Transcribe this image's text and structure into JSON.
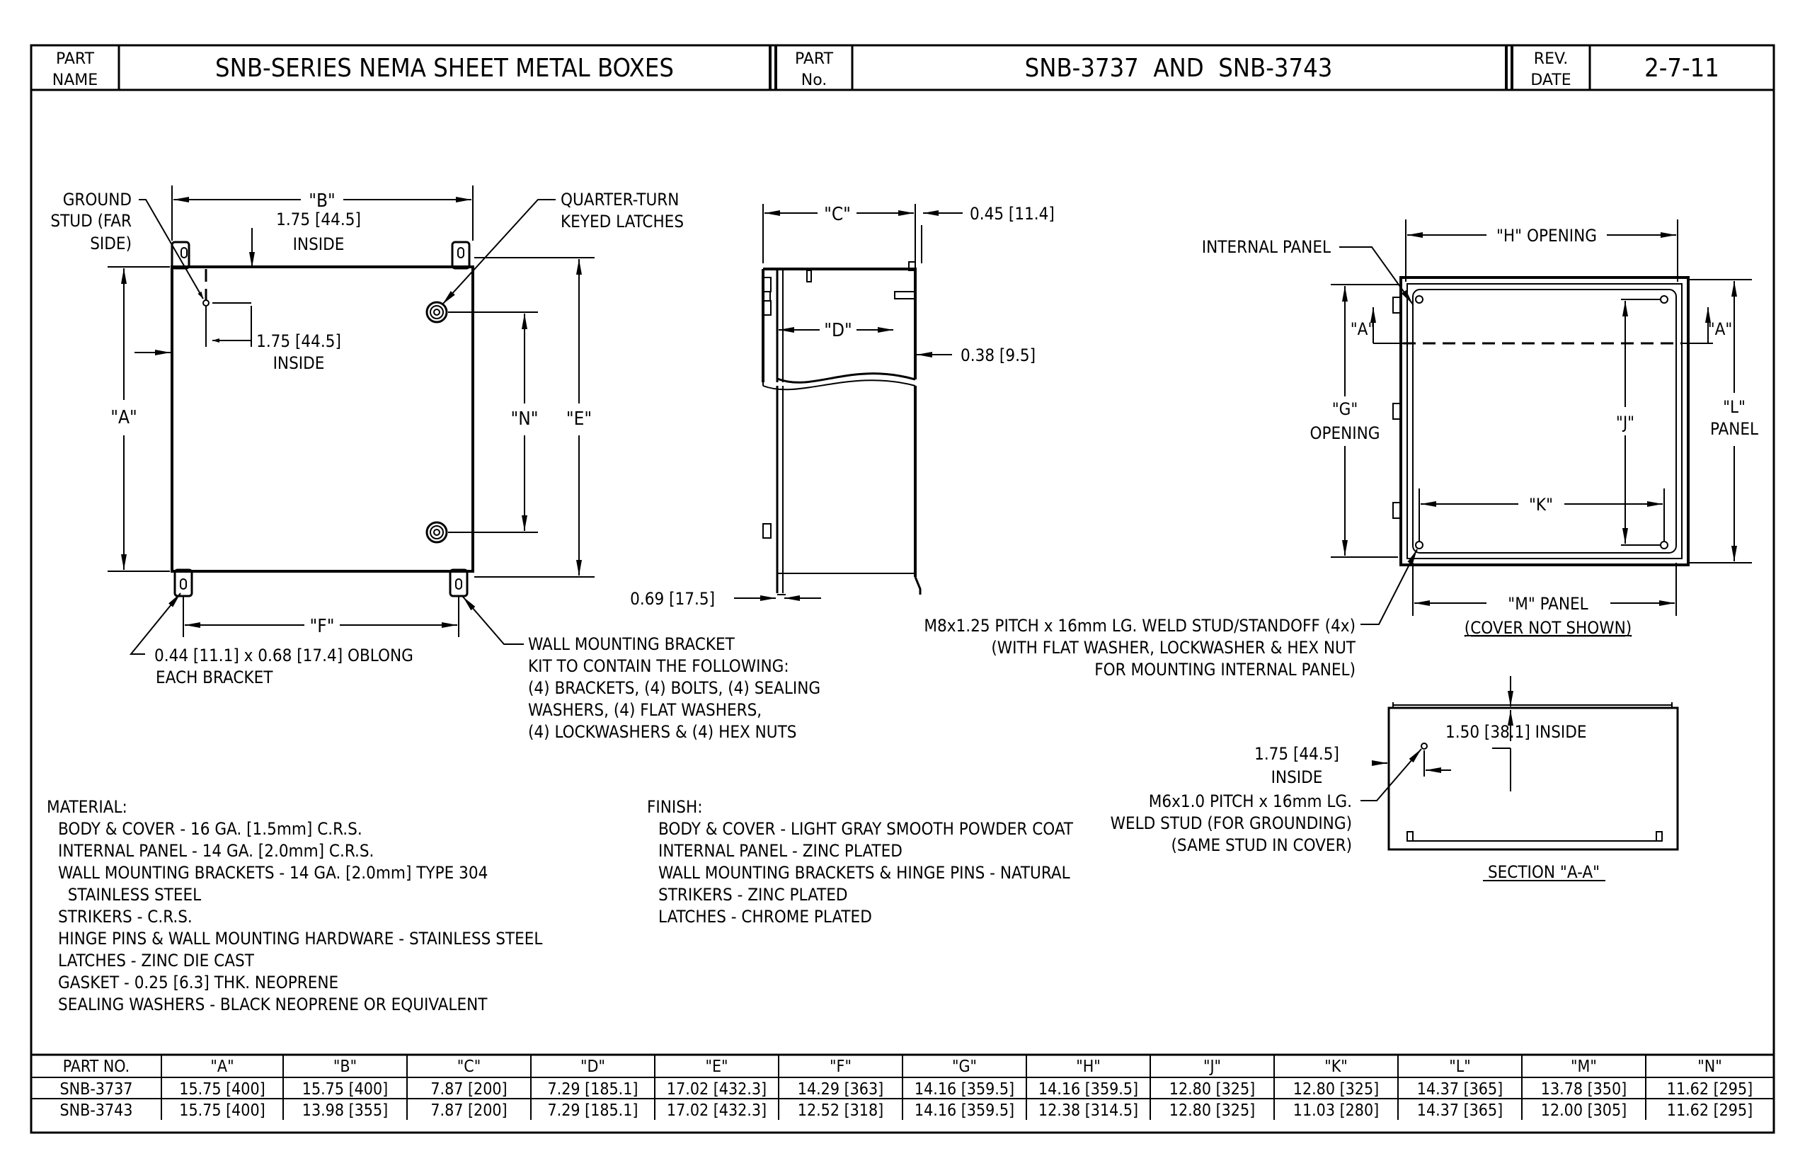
{
  "title_block": {
    "part_name_label_1": "PART",
    "part_name_label_2": "NAME",
    "part_name": "SNB-SERIES NEMA SHEET METAL BOXES",
    "part_no_label_1": "PART",
    "part_no_label_2": "No.",
    "part_no": "SNB-3737  AND  SNB-3743",
    "rev_label_1": "REV.",
    "rev_label_2": "DATE",
    "rev_date": "2-7-11"
  },
  "front_view": {
    "ground_stud_1": "GROUND",
    "ground_stud_2": "STUD (FAR",
    "ground_stud_3": "SIDE)",
    "dim_b": "\"B\"",
    "inside_1_val": "1.75 [44.5]",
    "inside_1_txt": "INSIDE",
    "inside_2_val": "1.75 [44.5]",
    "inside_2_txt": "INSIDE",
    "latches_1": "QUARTER-TURN",
    "latches_2": "KEYED LATCHES",
    "dim_a": "\"A\"",
    "dim_n": "\"N\"",
    "dim_e": "\"E\"",
    "dim_f": "\"F\"",
    "oblong_1": "0.44 [11.1] x 0.68 [17.4] OBLONG",
    "oblong_2": "EACH BRACKET",
    "bracket_1": "WALL MOUNTING BRACKET",
    "bracket_2": "KIT TO CONTAIN THE FOLLOWING:",
    "bracket_3": "(4) BRACKETS, (4) BOLTS, (4) SEALING",
    "bracket_4": "WASHERS, (4) FLAT WASHERS,",
    "bracket_5": "(4) LOCKWASHERS & (4) HEX NUTS"
  },
  "side_view": {
    "dim_c": "\"C\"",
    "dim_045": "0.45 [11.4]",
    "dim_d": "\"D\"",
    "dim_038": "0.38 [9.5]",
    "dim_069": "0.69 [17.5]"
  },
  "open_view": {
    "internal_panel": "INTERNAL PANEL",
    "h_opening": "\"H\" OPENING",
    "a_left": "\"A\"",
    "a_right": "\"A\"",
    "g_label": "\"G\"",
    "opening": "OPENING",
    "j_label": "\"J\"",
    "l_label": "\"L\"",
    "panel": "PANEL",
    "k_label": "\"K\"",
    "m_panel": "\"M\" PANEL",
    "cover_not_shown": "(COVER NOT SHOWN)",
    "weld_1": "M8x1.25 PITCH x 16mm LG. WELD STUD/STANDOFF (4x)",
    "weld_2": "(WITH FLAT WASHER, LOCKWASHER & HEX NUT",
    "weld_3": "FOR MOUNTING INTERNAL PANEL)"
  },
  "section_view": {
    "inside_150": "1.50 [38.1] INSIDE",
    "inside_175_val": "1.75 [44.5]",
    "inside_175_txt": "INSIDE",
    "ground_1": "M6x1.0 PITCH x 16mm LG.",
    "ground_2": "WELD STUD (FOR GROUNDING)",
    "ground_3": "(SAME STUD IN COVER)",
    "section_label": "SECTION \"A-A\""
  },
  "material": {
    "heading": "MATERIAL:",
    "lines": [
      "BODY & COVER - 16 GA. [1.5mm] C.R.S.",
      "INTERNAL PANEL - 14 GA. [2.0mm] C.R.S.",
      "WALL MOUNTING BRACKETS - 14 GA. [2.0mm] TYPE 304",
      "  STAINLESS STEEL",
      "STRIKERS - C.R.S.",
      "HINGE PINS & WALL MOUNTING HARDWARE - STAINLESS STEEL",
      "LATCHES - ZINC DIE CAST",
      "GASKET - 0.25 [6.3] THK. NEOPRENE",
      "SEALING WASHERS - BLACK NEOPRENE OR EQUIVALENT"
    ]
  },
  "finish": {
    "heading": "FINISH:",
    "lines": [
      "BODY & COVER - LIGHT GRAY SMOOTH POWDER COAT",
      "INTERNAL PANEL - ZINC PLATED",
      "WALL MOUNTING BRACKETS & HINGE PINS - NATURAL",
      "STRIKERS - ZINC PLATED",
      "LATCHES - CHROME PLATED"
    ]
  },
  "table": {
    "headers": [
      "PART NO.",
      "\"A\"",
      "\"B\"",
      "\"C\"",
      "\"D\"",
      "\"E\"",
      "\"F\"",
      "\"G\"",
      "\"H\"",
      "\"J\"",
      "\"K\"",
      "\"L\"",
      "\"M\"",
      "\"N\""
    ],
    "rows": [
      [
        "SNB-3737",
        "15.75 [400]",
        "15.75 [400]",
        "7.87 [200]",
        "7.29 [185.1]",
        "17.02 [432.3]",
        "14.29 [363]",
        "14.16 [359.5]",
        "14.16 [359.5]",
        "12.80 [325]",
        "12.80 [325]",
        "14.37 [365]",
        "13.78 [350]",
        "11.62 [295]"
      ],
      [
        "SNB-3743",
        "15.75 [400]",
        "13.98 [355]",
        "7.87 [200]",
        "7.29 [185.1]",
        "17.02 [432.3]",
        "12.52 [318]",
        "14.16 [359.5]",
        "12.38 [314.5]",
        "12.80 [325]",
        "11.03 [280]",
        "14.37 [365]",
        "12.00 [305]",
        "11.62 [295]"
      ]
    ]
  }
}
